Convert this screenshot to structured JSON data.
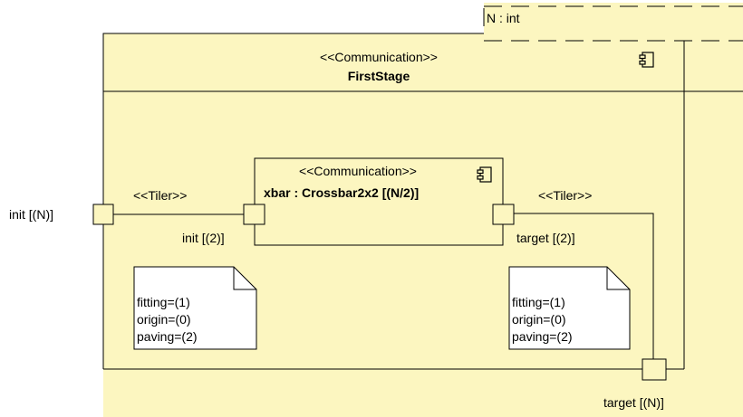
{
  "colors": {
    "fill": "#fcf6c0",
    "stroke": "#000000",
    "note_fill": "#ffffff"
  },
  "parameter": {
    "text": "N : int"
  },
  "outer": {
    "stereotype": "<<Communication>>",
    "name": "FirstStage",
    "icon": "component-icon"
  },
  "inner": {
    "stereotype": "<<Communication>>",
    "name": "xbar : Crossbar2x2 [(N/2)]",
    "icon": "component-icon"
  },
  "ports": {
    "outer_init": "init [(N)]",
    "inner_init": "init [(2)]",
    "inner_target": "target [(2)]",
    "outer_target": "target [(N)]"
  },
  "connectors": {
    "left_stereotype": "<<Tiler>>",
    "right_stereotype": "<<Tiler>>"
  },
  "notes": [
    {
      "lines": [
        "fitting=(1)",
        "origin=(0)",
        "paving=(2)"
      ]
    },
    {
      "lines": [
        "fitting=(1)",
        "origin=(0)",
        "paving=(2)"
      ]
    }
  ]
}
